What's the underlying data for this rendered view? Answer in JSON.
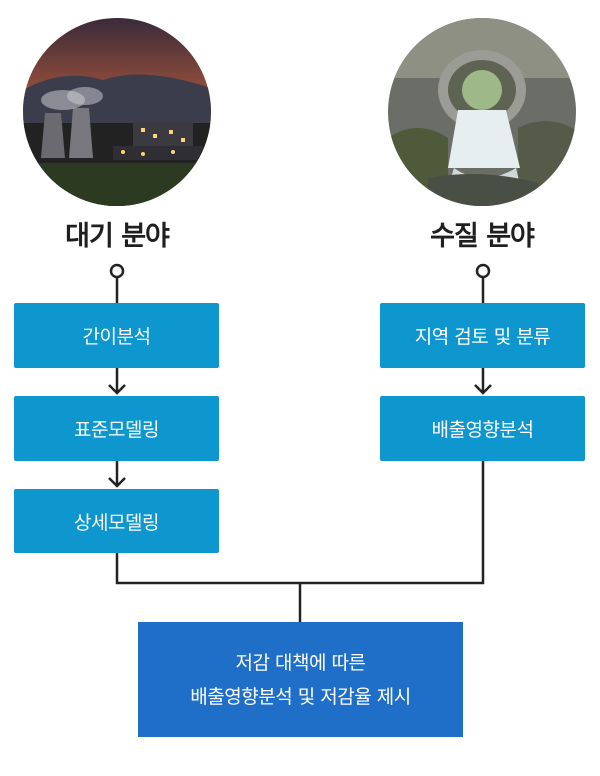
{
  "left": {
    "heading": "대기 분야",
    "steps": [
      "간이분석",
      "표준모델링",
      "상세모델링"
    ]
  },
  "right": {
    "heading": "수질 분야",
    "steps": [
      "지역 검토 및 분류",
      "배출영향분석"
    ]
  },
  "result": {
    "line1": "저감 대책에 따른",
    "line2": "배출영향분석 및 저감율 제시"
  },
  "colors": {
    "step_box": "#0e96cf",
    "result_box": "#1f6fc8",
    "connector": "#222222"
  }
}
